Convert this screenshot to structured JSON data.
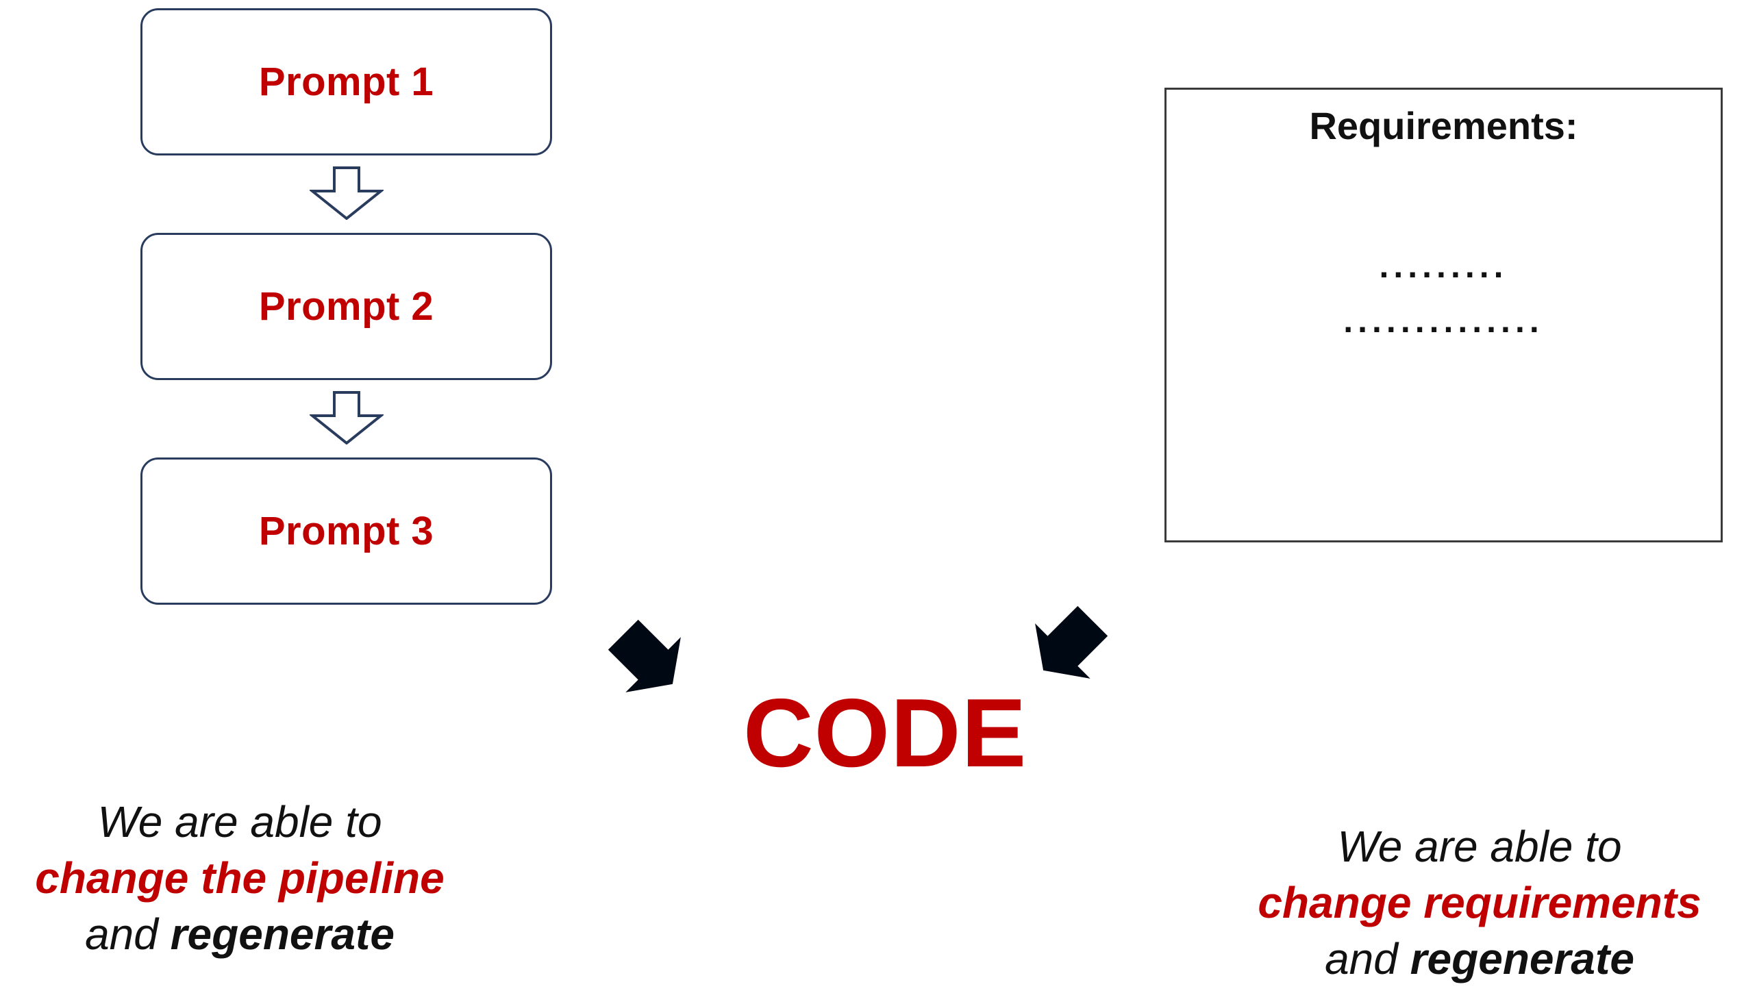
{
  "pipeline": {
    "boxes": [
      {
        "label": "Prompt 1"
      },
      {
        "label": "Prompt 2"
      },
      {
        "label": "Prompt 3"
      }
    ],
    "connector_icon": "down-arrow-outline"
  },
  "requirements_panel": {
    "title": "Requirements:",
    "dots_line_1": ".........",
    "dots_line_2": ".............."
  },
  "output": {
    "label": "CODE",
    "arrow_left_icon": "arrow-down-right",
    "arrow_right_icon": "arrow-down-left"
  },
  "captions": {
    "left": {
      "line1": "We are able to",
      "line2": "change the pipeline",
      "line3_prefix": "and ",
      "line3_emphasis": "regenerate"
    },
    "right": {
      "line1": "We are able to",
      "line2": "change requirements",
      "line3_prefix": "and ",
      "line3_emphasis": "regenerate"
    }
  },
  "colors": {
    "accent_red": "#C00000",
    "box_border_navy": "#2a3c5e",
    "panel_border_black": "#3a3a3a",
    "arrow_black": "#000814",
    "background": "#ffffff"
  }
}
